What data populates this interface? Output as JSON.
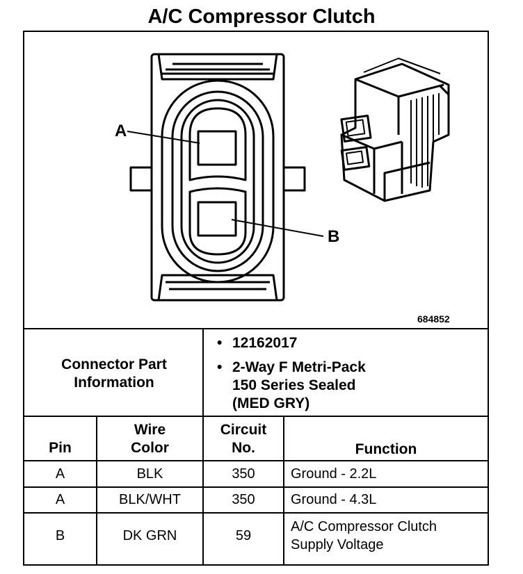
{
  "title": "A/C Compressor Clutch",
  "figure": {
    "label_a": "A",
    "label_b": "B",
    "figure_number": "684852"
  },
  "connector_info": {
    "heading_line1": "Connector Part",
    "heading_line2": "Information",
    "part_number": "12162017",
    "description_line1": "2-Way F Metri-Pack",
    "description_line2": "150 Series Sealed",
    "description_line3": "(MED GRY)",
    "bullet": "•"
  },
  "table": {
    "headers": {
      "pin": "Pin",
      "wire_line1": "Wire",
      "wire_line2": "Color",
      "circuit_line1": "Circuit",
      "circuit_line2": "No.",
      "function": "Function"
    },
    "rows": [
      {
        "pin": "A",
        "wire": "BLK",
        "circuit": "350",
        "function_line1": "Ground - 2.2L",
        "function_line2": ""
      },
      {
        "pin": "A",
        "wire": "BLK/WHT",
        "circuit": "350",
        "function_line1": "Ground - 4.3L",
        "function_line2": ""
      },
      {
        "pin": "B",
        "wire": "DK GRN",
        "circuit": "59",
        "function_line1": "A/C Compressor Clutch",
        "function_line2": "Supply Voltage"
      }
    ]
  }
}
